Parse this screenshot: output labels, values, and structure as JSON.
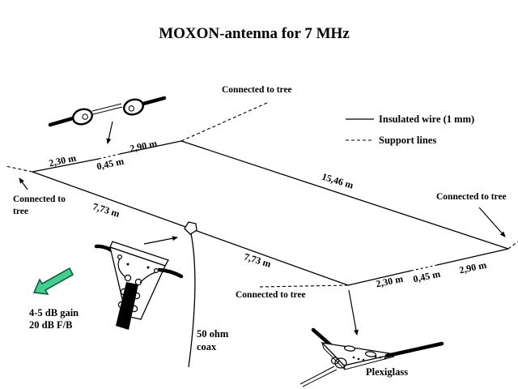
{
  "title": "MOXON-antenna for 7 MHz",
  "legend": {
    "insulated_wire_label": "Insulated wire (1 mm)",
    "support_lines_label": "Support lines"
  },
  "measurements": {
    "top_seg1": "2,30 m",
    "top_gap": "0,45 m",
    "top_seg2": "2,90 m",
    "long_side": "15,46 m",
    "left_seg1": "7,73 m",
    "left_seg2": "7,73 m",
    "bottom_seg1": "2,30 m",
    "bottom_gap": "0,45 m",
    "bottom_seg2": "2,90 m"
  },
  "annotations": {
    "tree_top": "Connected to tree",
    "tree_left_line1": "Connected to",
    "tree_left_line2": "tree",
    "tree_right": "Connected to tree",
    "tree_bottom": "Connected to tree",
    "coax_line1": "50 ohm",
    "coax_line2": "coax",
    "plexiglass": "Plexiglass",
    "gain_line1": "4-5 dB gain",
    "gain_line2": "20 dB F/B"
  },
  "colors": {
    "ink": "#000000",
    "background": "#ffffff",
    "gain_arrow_fill": "#3fcf8f",
    "gain_arrow_outline": "#0a5030"
  },
  "icons": {
    "gain_arrow": "arrow-pointing-down-left"
  }
}
